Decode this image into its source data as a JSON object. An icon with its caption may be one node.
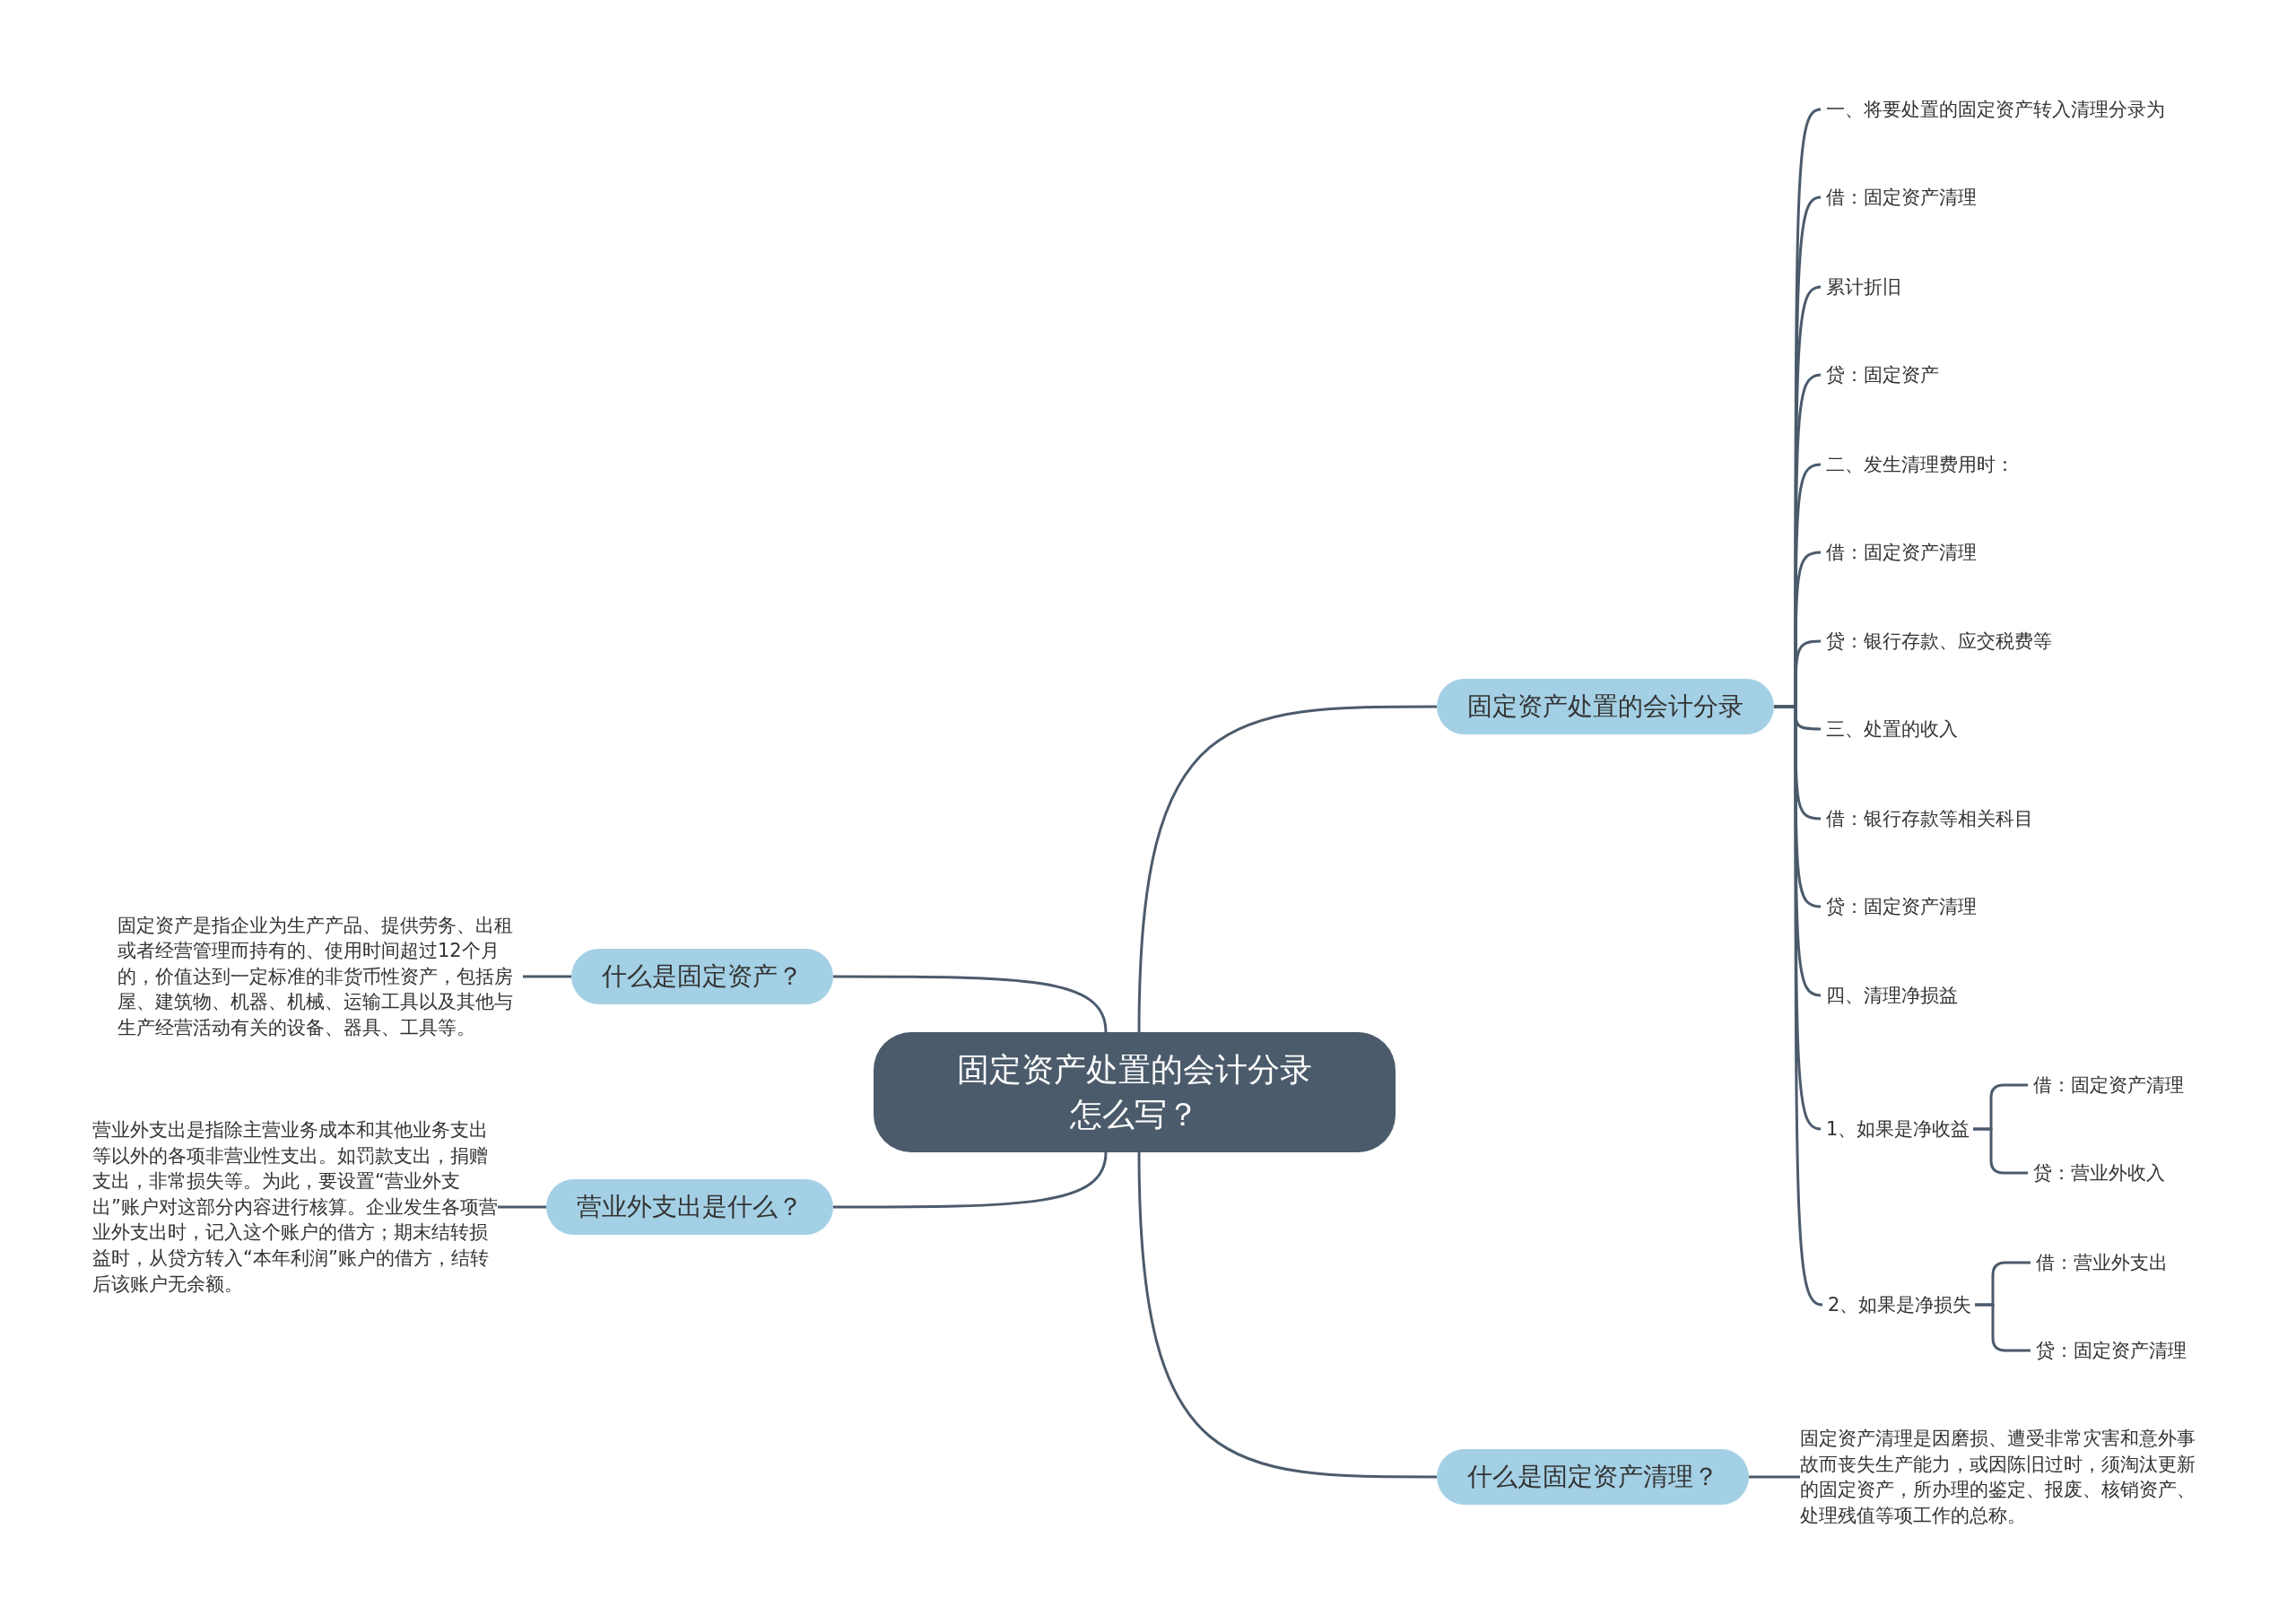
{
  "diagram": {
    "nodes": [
      {
        "text": [
          "固定资产处置的会计分录怎么写？"
        ]
      },
      {
        "text": [
          "固定资产处置的会计分录"
        ]
      },
      {
        "text": [
          "一、将要处置的固定资产转入清理分录为"
        ]
      },
      {
        "text": [
          "借：固定资产清理"
        ]
      },
      {
        "text": [
          "累计折旧"
        ]
      },
      {
        "text": [
          "贷：固定资产"
        ]
      },
      {
        "text": [
          "二、发生清理费用时："
        ]
      },
      {
        "text": [
          "借：固定资产清理"
        ]
      },
      {
        "text": [
          "贷：银行存款、应交税费等"
        ]
      },
      {
        "text": [
          "三、处置的收入"
        ]
      },
      {
        "text": [
          "借：银行存款等相关科目"
        ]
      },
      {
        "text": [
          "贷：固定资产清理"
        ]
      },
      {
        "text": [
          "四、清理净损益"
        ]
      },
      {
        "text": [
          "1、如果是净收益"
        ]
      },
      {
        "text": [
          "2、如果是净损失"
        ]
      },
      {
        "text": [
          "借：固定资产清理"
        ]
      },
      {
        "text": [
          "贷：营业外收入"
        ]
      },
      {
        "text": [
          "借：营业外支出"
        ]
      },
      {
        "text": [
          "贷：固定资产清理"
        ]
      },
      {
        "text": [
          "什么是固定资产清理？"
        ]
      },
      {
        "text": [
          "固定资产清理是因磨损、遭受非常灾害和意外事故而丧失生产能力，或因陈旧过时，须淘汰更新的固定资产，所办理的鉴定、报废、核销资产、处理残值等项工作的总称。"
        ]
      },
      {
        "text": [
          "什么是固定资产？"
        ]
      },
      {
        "text": [
          "固定资产是指企业为生产产品、提供劳务、出租或者经营管理而持有的、使用时间超过12个月的，价值达到一定标准的非货币性资产，包括房屋、建筑物、机器、机械、运输工具以及其他与生产经营活动有关的设备、器具、工具等。"
        ]
      },
      {
        "text": [
          "营业外支出是什么？"
        ]
      },
      {
        "text": [
          "营业外支出是指除主营业务成本和其他业务支出等以外的各项非营业性支出。如罚款支出，捐赠支出，非常损失等。为此，要设置“营业外支出”账户对这部分内容进行核算。企业发生各项营业外支出时，记入这个账户的借方；期末结转损益时，从贷方转入“本年利润”账户的借方，结转后该账户无余额。"
        ]
      }
    ],
    "edges": [
      {
        "from": 0,
        "to": 1,
        "arrow": "none"
      },
      {
        "from": 1,
        "to": 2,
        "arrow": "none"
      },
      {
        "from": 1,
        "to": 3,
        "arrow": "none"
      },
      {
        "from": 1,
        "to": 4,
        "arrow": "none"
      },
      {
        "from": 1,
        "to": 5,
        "arrow": "none"
      },
      {
        "from": 1,
        "to": 6,
        "arrow": "none"
      },
      {
        "from": 1,
        "to": 7,
        "arrow": "none"
      },
      {
        "from": 1,
        "to": 8,
        "arrow": "none"
      },
      {
        "from": 1,
        "to": 9,
        "arrow": "none"
      },
      {
        "from": 1,
        "to": 10,
        "arrow": "none"
      },
      {
        "from": 1,
        "to": 11,
        "arrow": "none"
      },
      {
        "from": 1,
        "to": 12,
        "arrow": "none"
      },
      {
        "from": 1,
        "to": 13,
        "arrow": "none"
      },
      {
        "from": 1,
        "to": 14,
        "arrow": "none"
      },
      {
        "from": 13,
        "to": 15,
        "arrow": "none"
      },
      {
        "from": 13,
        "to": 16,
        "arrow": "none"
      },
      {
        "from": 14,
        "to": 17,
        "arrow": "none"
      },
      {
        "from": 14,
        "to": 18,
        "arrow": "none"
      },
      {
        "from": 0,
        "to": 19,
        "arrow": "none"
      },
      {
        "from": 19,
        "to": 20,
        "arrow": "none"
      },
      {
        "from": 0,
        "to": 21,
        "arrow": "none"
      },
      {
        "from": 21,
        "to": 22,
        "arrow": "none"
      },
      {
        "from": 0,
        "to": 23,
        "arrow": "none"
      },
      {
        "from": 23,
        "to": 24,
        "arrow": "none"
      }
    ]
  }
}
